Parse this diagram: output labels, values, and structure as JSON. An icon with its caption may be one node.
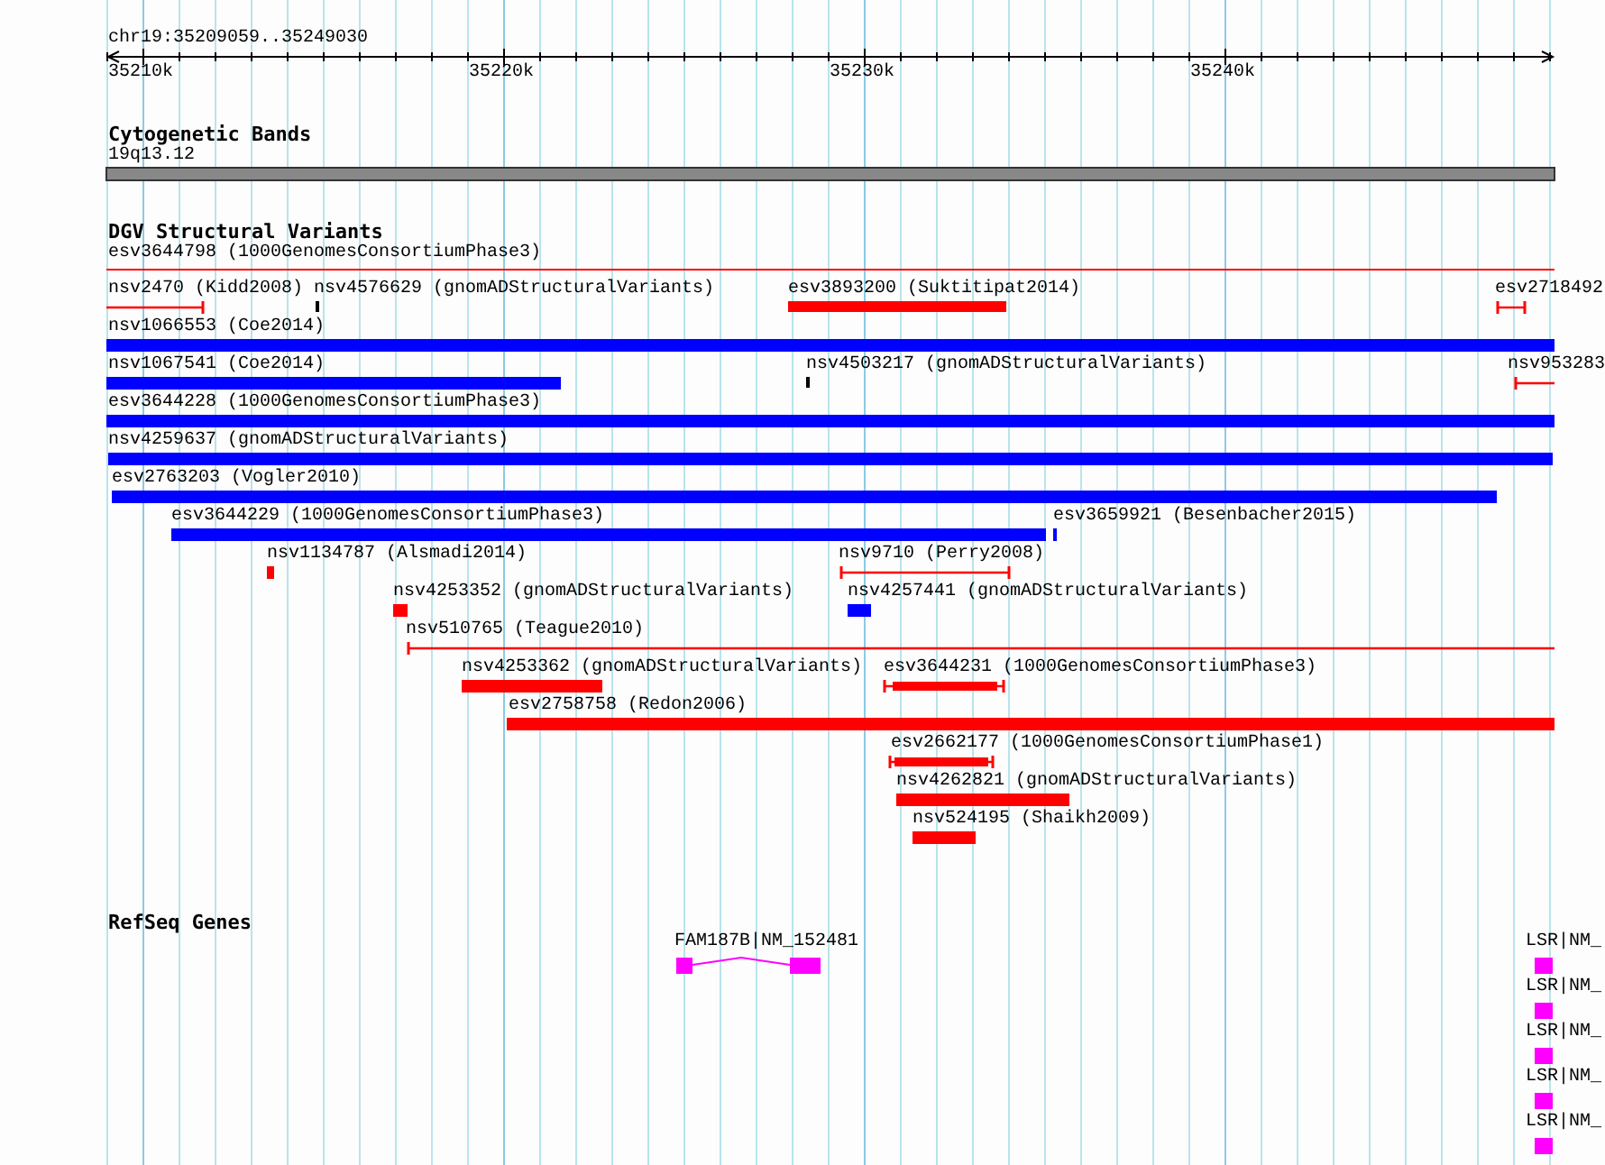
{
  "diagram": {
    "labels": [
      "chr19:35209059..35249030",
      "35210k",
      "35220k",
      "35230k",
      "35240k",
      "Cytogenetic Bands",
      "19q13.12",
      "DGV Structural Variants",
      "esv3644798 (1000GenomesConsortiumPhase3)",
      "nsv2470 (Kidd2008)",
      "nsv4576629 (gnomADStructuralVariants)",
      "esv3893200 (Suktitipat2014)",
      "esv2718492",
      "nsv1066553 (Coe2014)",
      "nsv1067541 (Coe2014)",
      "nsv4503217 (gnomADStructuralVariants)",
      "nsv953283",
      "esv3644228 (1000GenomesConsortiumPhase3)",
      "nsv4259637 (gnomADStructuralVariants)",
      "esv2763203 (Vogler2010)",
      "esv3644229 (1000GenomesConsortiumPhase3)",
      "esv3659921 (Besenbacher2015)",
      "nsv1134787 (Alsmadi2014)",
      "nsv9710 (Perry2008)",
      "nsv4253352 (gnomADStructuralVariants)",
      "nsv4257441 (gnomADStructuralVariants)",
      "nsv510765 (Teague2010)",
      "nsv4253362 (gnomADStructuralVariants)",
      "esv3644231 (1000GenomesConsortiumPhase3)",
      "esv2758758 (Redon2006)",
      "esv2662177 (1000GenomesConsortiumPhase1)",
      "nsv4262821 (gnomADStructuralVariants)",
      "nsv524195 (Shaikh2009)",
      "RefSeq Genes",
      "FAM187B|NM_152481",
      "LSR|NM_",
      "LSR|NM_",
      "LSR|NM_",
      "LSR|NM_",
      "LSR|NM_"
    ]
  }
}
